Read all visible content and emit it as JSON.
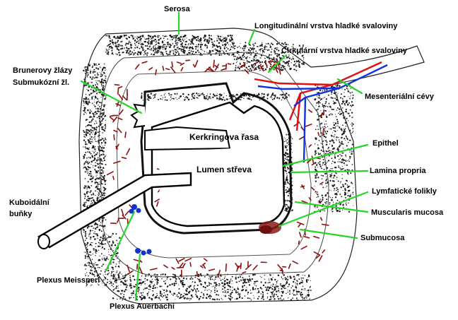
{
  "labels": {
    "serosa": "Serosa",
    "longitudinal": "Longitudinální vrstva hladké svaloviny",
    "circular": "Cirkulární vrstva hladké svaloviny",
    "brunner_line1": "Brunerovy žlázy",
    "brunner_line2": "Submukózní žl.",
    "mesenteric": "Mesenteriální cévy",
    "kerkring": "Kerkringova řasa",
    "lumen": "Lumen střeva",
    "epithel": "Epithel",
    "lamina": "Lamina propria",
    "cuboid_line1": "Kuboidální",
    "cuboid_line2": "buňky",
    "lymph": "Lymfatické folikly",
    "muscularis_mucosa": "Muscularis mucosa",
    "submucosa": "Submucosa",
    "meissner": "Plexus Meissneri",
    "auerbach": "Plexus Auerbachi"
  },
  "colors": {
    "leader_lines": "#28d428",
    "artery": "#dd1111",
    "vein": "#1133dd",
    "muscle_strokes": "#8b1010",
    "stipple": "#1a1a1a"
  }
}
